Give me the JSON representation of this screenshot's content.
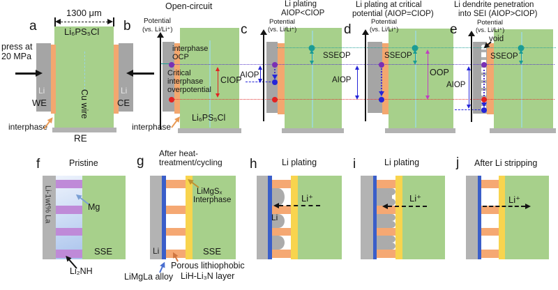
{
  "colors": {
    "sse_green": "#a7d08b",
    "interphase_orange": "#f3a76f",
    "electrode_gray": "#a5a5a5",
    "re_bar_gray": "#b2b2b2",
    "teal": "#1b9c94",
    "purple": "#7b2fb4",
    "blue": "#2525d8",
    "red": "#e32222",
    "magenta": "#c13ec1",
    "yellow": "#f8d44e",
    "alloy_blue": "#3a5ec9",
    "mg_bar_purple": "#bf8ad8",
    "cu_wire_cyan": "#9ed9d2"
  },
  "a": {
    "letter": "a",
    "dim_label": "1300 μm",
    "electrolyte": "Li₆PS₅Cl",
    "press1": "press at",
    "press2": "20 MPa",
    "li_we": "Li",
    "we": "WE",
    "li_ce": "Li",
    "ce": "CE",
    "interphase": "interphase",
    "cu_wire": "Cu wire",
    "re": "RE"
  },
  "b": {
    "letter": "b",
    "title": "Open-circuit",
    "potential": "Potential",
    "vs": "(vs. Li/Li⁺)",
    "ocp1": "interphase",
    "ocp2": "OCP",
    "crit1": "Critical",
    "crit2": "interphase",
    "crit3": "overpotential",
    "ciop": "CIOP",
    "electrolyte": "Li₆PS₅Cl",
    "interphase": "interphase"
  },
  "c": {
    "letter": "c",
    "title1": "Li plating",
    "title2": "AIOP<CIOP",
    "potential": "Potential",
    "vs": "(vs. Li/Li⁺)",
    "aiop": "AIOP",
    "sseop": "SSEOP"
  },
  "d": {
    "letter": "d",
    "title1": "Li plating at critical",
    "title2": "potential (AIOP=CIOP)",
    "potential": "Potential",
    "vs": "(vs. Li/Li⁺)",
    "aiop": "AIOP",
    "sseop": "SSEOP",
    "oop": "OOP"
  },
  "e": {
    "letter": "e",
    "title1": "Li dendrite penetration",
    "title2": "into SEI (AIOP>CIOP)",
    "potential": "Potential",
    "vs": "(vs. Li/Li⁺)",
    "void_label": "void",
    "aiop": "AIOP",
    "sseop": "SSEOP"
  },
  "f": {
    "letter": "f",
    "title": "Pristine",
    "electrode": "Li-1wt% La",
    "mg": "Mg",
    "sse": "SSE",
    "li2nh": "Li₂NH"
  },
  "g": {
    "letter": "g",
    "title1": "After heat-",
    "title2": "treatment/cycling",
    "limgs1": "LiMgSₓ",
    "limgs2": "Interphase",
    "li": "Li",
    "sse": "SSE",
    "alloy": "LiMgLa alloy",
    "porous1": "Porous lithiophobic",
    "porous2": "LiH-Li₃N layer"
  },
  "h": {
    "letter": "h",
    "title": "Li plating",
    "li": "Li",
    "li_ion": "Li⁺"
  },
  "i": {
    "letter": "i",
    "title": "Li plating",
    "li_ion": "Li⁺"
  },
  "j": {
    "letter": "j",
    "title": "After Li stripping",
    "li_ion": "Li⁺"
  }
}
